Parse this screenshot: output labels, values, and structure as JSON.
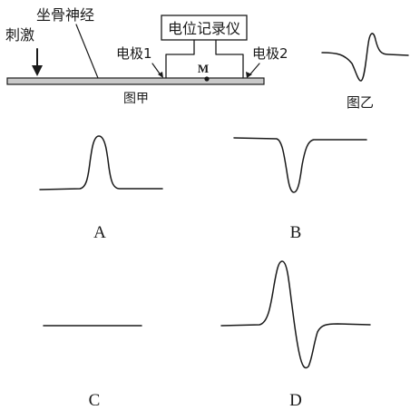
{
  "figure_a": {
    "caption": "图甲",
    "nerve_label": "坐骨神经",
    "stimulus_label": "刺激",
    "recorder_label": "电位记录仪",
    "electrode_1_label": "电极1",
    "electrode_2_label": "电极2",
    "point_label": "M"
  },
  "figure_b": {
    "caption": "图乙"
  },
  "options": [
    {
      "letter": "A"
    },
    {
      "letter": "B"
    },
    {
      "letter": "C"
    },
    {
      "letter": "D"
    }
  ]
}
